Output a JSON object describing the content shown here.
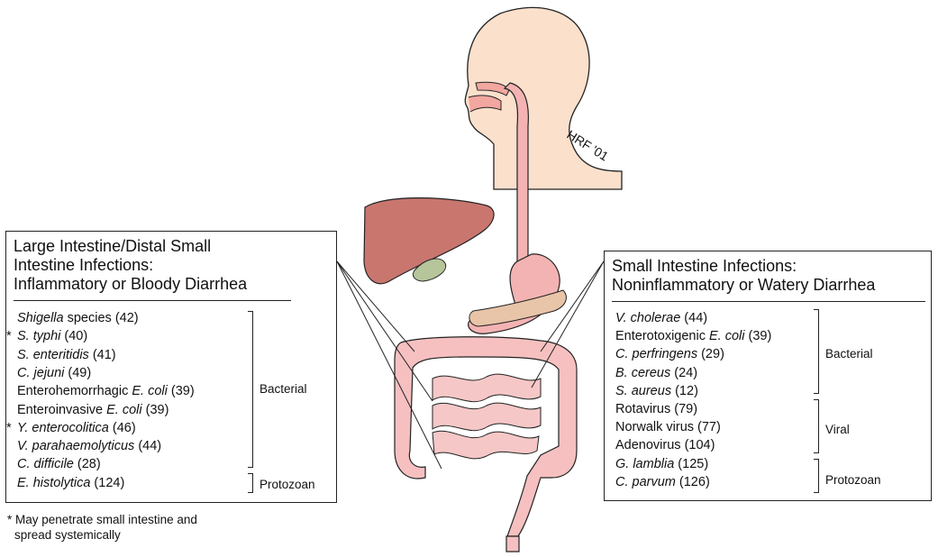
{
  "signature": "HRF '01",
  "left_box": {
    "title_lines": [
      "Large Intestine/Distal Small",
      "Intestine Infections:",
      "Inflammatory or Bloody Diarrhea"
    ],
    "organisms": [
      {
        "name": "Shigella",
        "rest": " species (42)",
        "pre": "",
        "star": false
      },
      {
        "name": "S. typhi",
        "rest": " (40)",
        "pre": "",
        "star": true
      },
      {
        "name": "S. enteritidis",
        "rest": " (41)",
        "pre": "",
        "star": false
      },
      {
        "name": "C. jejuni",
        "rest": " (49)",
        "pre": "",
        "star": false
      },
      {
        "name": "E. coli",
        "rest": " (39)",
        "pre": "Enterohemorrhagic ",
        "star": false
      },
      {
        "name": "E. coli",
        "rest": " (39)",
        "pre": "Enteroinvasive ",
        "star": false
      },
      {
        "name": "Y. enterocolitica",
        "rest": " (46)",
        "pre": "",
        "star": true
      },
      {
        "name": "V. parahaemolyticus",
        "rest": " (44)",
        "pre": "",
        "star": false
      },
      {
        "name": "C. difficile",
        "rest": " (28)",
        "pre": "",
        "star": false
      },
      {
        "name": "E. histolytica",
        "rest": " (124)",
        "pre": "",
        "star": false
      }
    ],
    "groups": [
      "Bacterial",
      "Protozoan"
    ]
  },
  "right_box": {
    "title_lines": [
      "Small Intestine Infections:",
      "Noninflammatory or Watery Diarrhea"
    ],
    "organisms": [
      {
        "name": "V. cholerae",
        "rest": " (44)",
        "pre": ""
      },
      {
        "name": "E. coli",
        "rest": " (39)",
        "pre": "Enterotoxigenic "
      },
      {
        "name": "C. perfringens",
        "rest": " (29)",
        "pre": ""
      },
      {
        "name": "B. cereus",
        "rest": " (24)",
        "pre": ""
      },
      {
        "name": "S. aureus",
        "rest": " (12)",
        "pre": ""
      },
      {
        "name": "",
        "rest": "Rotavirus (79)",
        "pre": ""
      },
      {
        "name": "",
        "rest": "Norwalk virus (77)",
        "pre": ""
      },
      {
        "name": "",
        "rest": "Adenovirus (104)",
        "pre": ""
      },
      {
        "name": "G. lamblia",
        "rest": " (125)",
        "pre": ""
      },
      {
        "name": "C. parvum",
        "rest": " (126)",
        "pre": ""
      }
    ],
    "groups": [
      "Bacterial",
      "Viral",
      "Protozoan"
    ]
  },
  "footnote": {
    "star": "*",
    "lines": [
      "* May penetrate small intestine and",
      "spread systemically"
    ]
  }
}
